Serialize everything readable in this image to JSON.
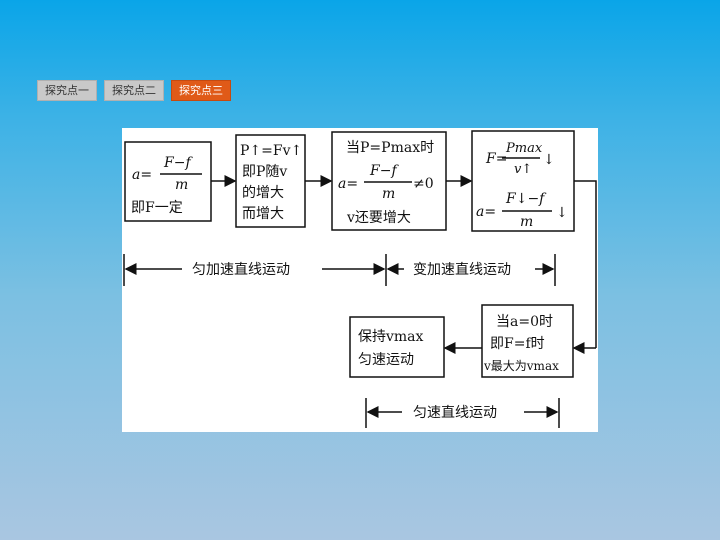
{
  "tabs": [
    {
      "label": "探究点一",
      "active": false
    },
    {
      "label": "探究点二",
      "active": false
    },
    {
      "label": "探究点三",
      "active": true
    }
  ],
  "colors": {
    "active_tab": "#e05a18",
    "inactive_tab": "#c9c9c9"
  },
  "diagram": {
    "box1": {
      "a_eq": "a=",
      "num": "F−f",
      "den": "m",
      "line2": "即F一定"
    },
    "box2": {
      "line1": "P↑=Fv↑",
      "line2": "即P随v",
      "line3": "的增大",
      "line4": "而增大"
    },
    "box3": {
      "line1": "当P=Pmax时",
      "a_eq": "a=",
      "num": "F−f",
      "den": "m",
      "neq": "≠0",
      "line3": "v还要增大"
    },
    "box4": {
      "f_eq": "F=",
      "num1": "Pmax",
      "den1": "v↑",
      "arrow1": "↓",
      "a_eq": "a=",
      "num2": "F↓−f",
      "den2": "m",
      "arrow2": "↓"
    },
    "box5": {
      "line1": "当a=0时",
      "line2": "即F=f时",
      "line3": "v最大为vmax"
    },
    "box6": {
      "line1": "保持vmax",
      "line2": "匀速运动"
    },
    "span1": "匀加速直线运动",
    "span2": "变加速直线运动",
    "span3": "匀速直线运动"
  }
}
